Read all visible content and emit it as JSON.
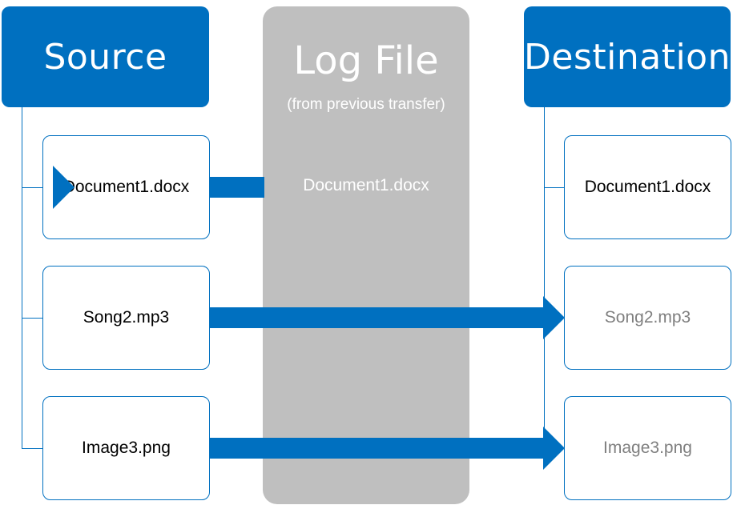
{
  "source": {
    "title": "Source",
    "files": [
      "Document1.docx",
      "Song2.mp3",
      "Image3.png"
    ]
  },
  "log_file": {
    "title": "Log File",
    "subtitle": "(from previous transfer)",
    "entries": [
      "Document1.docx"
    ]
  },
  "destination": {
    "title": "Destination",
    "files": [
      {
        "name": "Document1.docx",
        "state": "existing"
      },
      {
        "name": "Song2.mp3",
        "state": "new"
      },
      {
        "name": "Image3.png",
        "state": "new"
      }
    ]
  },
  "colors": {
    "accent": "#0070c0",
    "log_column": "#bfbfbf",
    "existing_text": "#000000",
    "new_text": "#7f7f7f"
  }
}
